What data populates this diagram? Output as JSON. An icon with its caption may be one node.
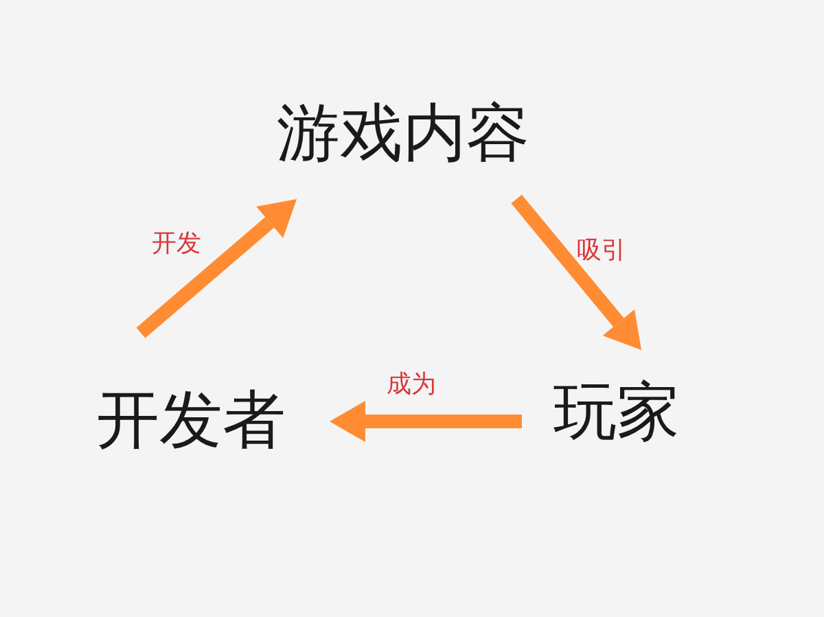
{
  "diagram": {
    "nodes": [
      {
        "text": [
          "游戏内容"
        ]
      },
      {
        "text": [
          "玩家"
        ]
      },
      {
        "text": [
          "开发者"
        ]
      }
    ],
    "edges": [
      {
        "from": 2,
        "to": 0,
        "arrow": "to",
        "label": "开发"
      },
      {
        "from": 0,
        "to": 1,
        "arrow": "to",
        "label": "吸引"
      },
      {
        "from": 1,
        "to": 2,
        "arrow": "to",
        "label": "成为"
      }
    ]
  }
}
